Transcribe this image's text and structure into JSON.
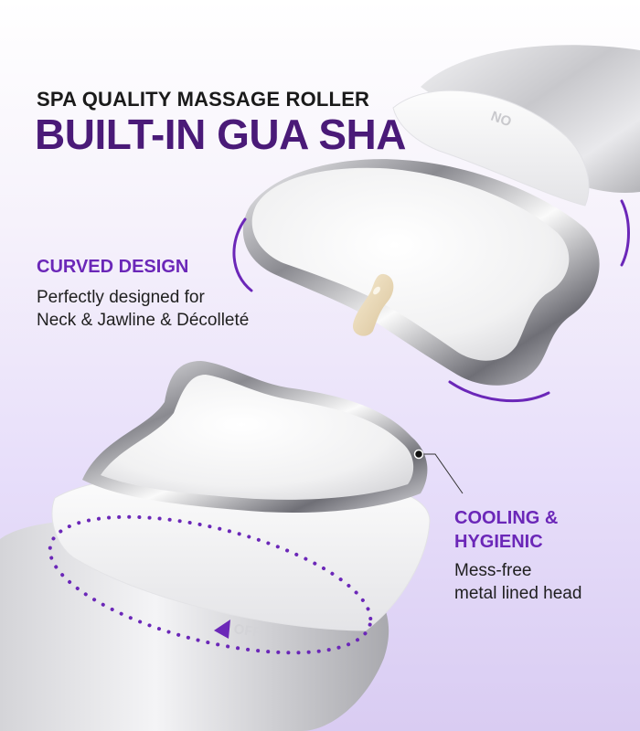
{
  "header": {
    "subtitle": "SPA QUALITY MASSAGE ROLLER",
    "title": "BUILT-IN GUA SHA"
  },
  "features": {
    "curved": {
      "heading": "CURVED DESIGN",
      "description": "Perfectly designed for\nNeck & Jawline & Décolleté"
    },
    "cooling": {
      "heading": "COOLING &\nHYGIENIC",
      "description": "Mess-free\nmetal lined head"
    }
  },
  "device_labels": {
    "top_switch": "ON",
    "bottom_switch": "OFF"
  },
  "colors": {
    "accent_purple": "#6b27b8",
    "title_purple": "#4a1a78",
    "background_lavender": "#e7defa",
    "device_white": "#f5f5f5",
    "device_silver": "#b9b9bd"
  },
  "icons": {
    "rotation_arrow": "triangle-arrow-icon",
    "callout_dot": "dot-marker-icon"
  }
}
